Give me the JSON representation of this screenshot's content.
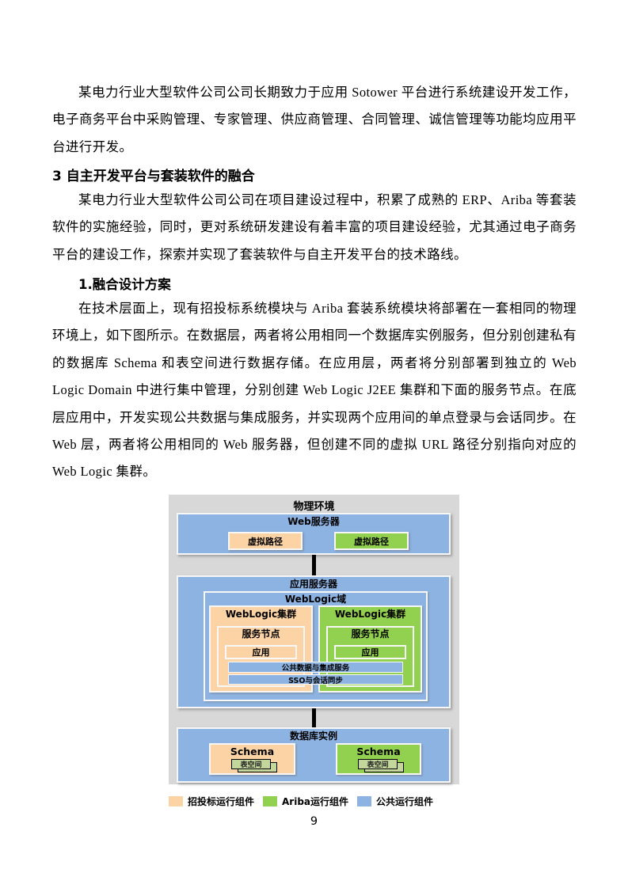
{
  "document": {
    "para1": "某电力行业大型软件公司公司长期致力于应用 Sotower 平台进行系统建设开发工作，电子商务平台中采购管理、专家管理、供应商管理、合同管理、诚信管理等功能均应用平台进行开发。",
    "heading": "3 自主开发平台与套装软件的融合",
    "para2": "某电力行业大型软件公司公司在项目建设过程中，积累了成熟的 ERP、Ariba 等套装软件的实施经验，同时，更对系统研发建设有着丰富的项目建设经验，尤其通过电子商务平台的建设工作，探索并实现了套装软件与自主开发平台的技术路线。",
    "subheading": "1.融合设计方案",
    "para3": "在技术层面上，现有招投标系统模块与 Ariba 套装系统模块将部署在一套相同的物理环境上，如下图所示。在数据层，两者将公用相同一个数据库实例服务，但分别创建私有的数据库 Schema 和表空间进行数据存储。在应用层，两者将分别部署到独立的 Web Logic Domain 中进行集中管理，分别创建 Web Logic J2EE 集群和下面的服务节点。在底层应用中，开发实现公共数据与集成服务，并实现两个应用间的单点登录与会话同步。在 Web 层，两者将公用相同的 Web 服务器，但创建不同的虚拟 URL 路径分别指向对应的 Web Logic 集群。",
    "page_number": "9"
  },
  "diagram": {
    "title": "物理环境",
    "web_server": {
      "label": "Web服务器",
      "bid_virtual_path": "虚拟路径",
      "ariba_virtual_path": "虚拟路径"
    },
    "app_server": {
      "label": "应用服务器",
      "domain_label": "WebLogic域",
      "bid_cluster_label": "WebLogic集群",
      "ariba_cluster_label": "WebLogic集群",
      "bid_node_label": "服务节点",
      "ariba_node_label": "服务节点",
      "bid_app_label": "应用",
      "ariba_app_label": "应用",
      "shared_service_bar": "公共数据与集成服务",
      "sso_bar": "SSO与会话同步"
    },
    "database": {
      "label": "数据库实例",
      "bid_schema_label": "Schema",
      "ariba_schema_label": "Schema",
      "bid_tablespace_label": "表空间",
      "ariba_tablespace_label": "表空间"
    },
    "legend": [
      {
        "label": "招投标运行组件",
        "color": "#fbd3a4"
      },
      {
        "label": "Ariba运行组件",
        "color": "#92d050"
      },
      {
        "label": "公共运行组件",
        "color": "#8db3e2"
      }
    ],
    "colors": {
      "bid_orange": "#fbd3a4",
      "ariba_green": "#92d050",
      "common_blue": "#8db3e2",
      "canvas_gray": "#d8d8d8",
      "tablespace_green": "#c3d69b"
    }
  }
}
